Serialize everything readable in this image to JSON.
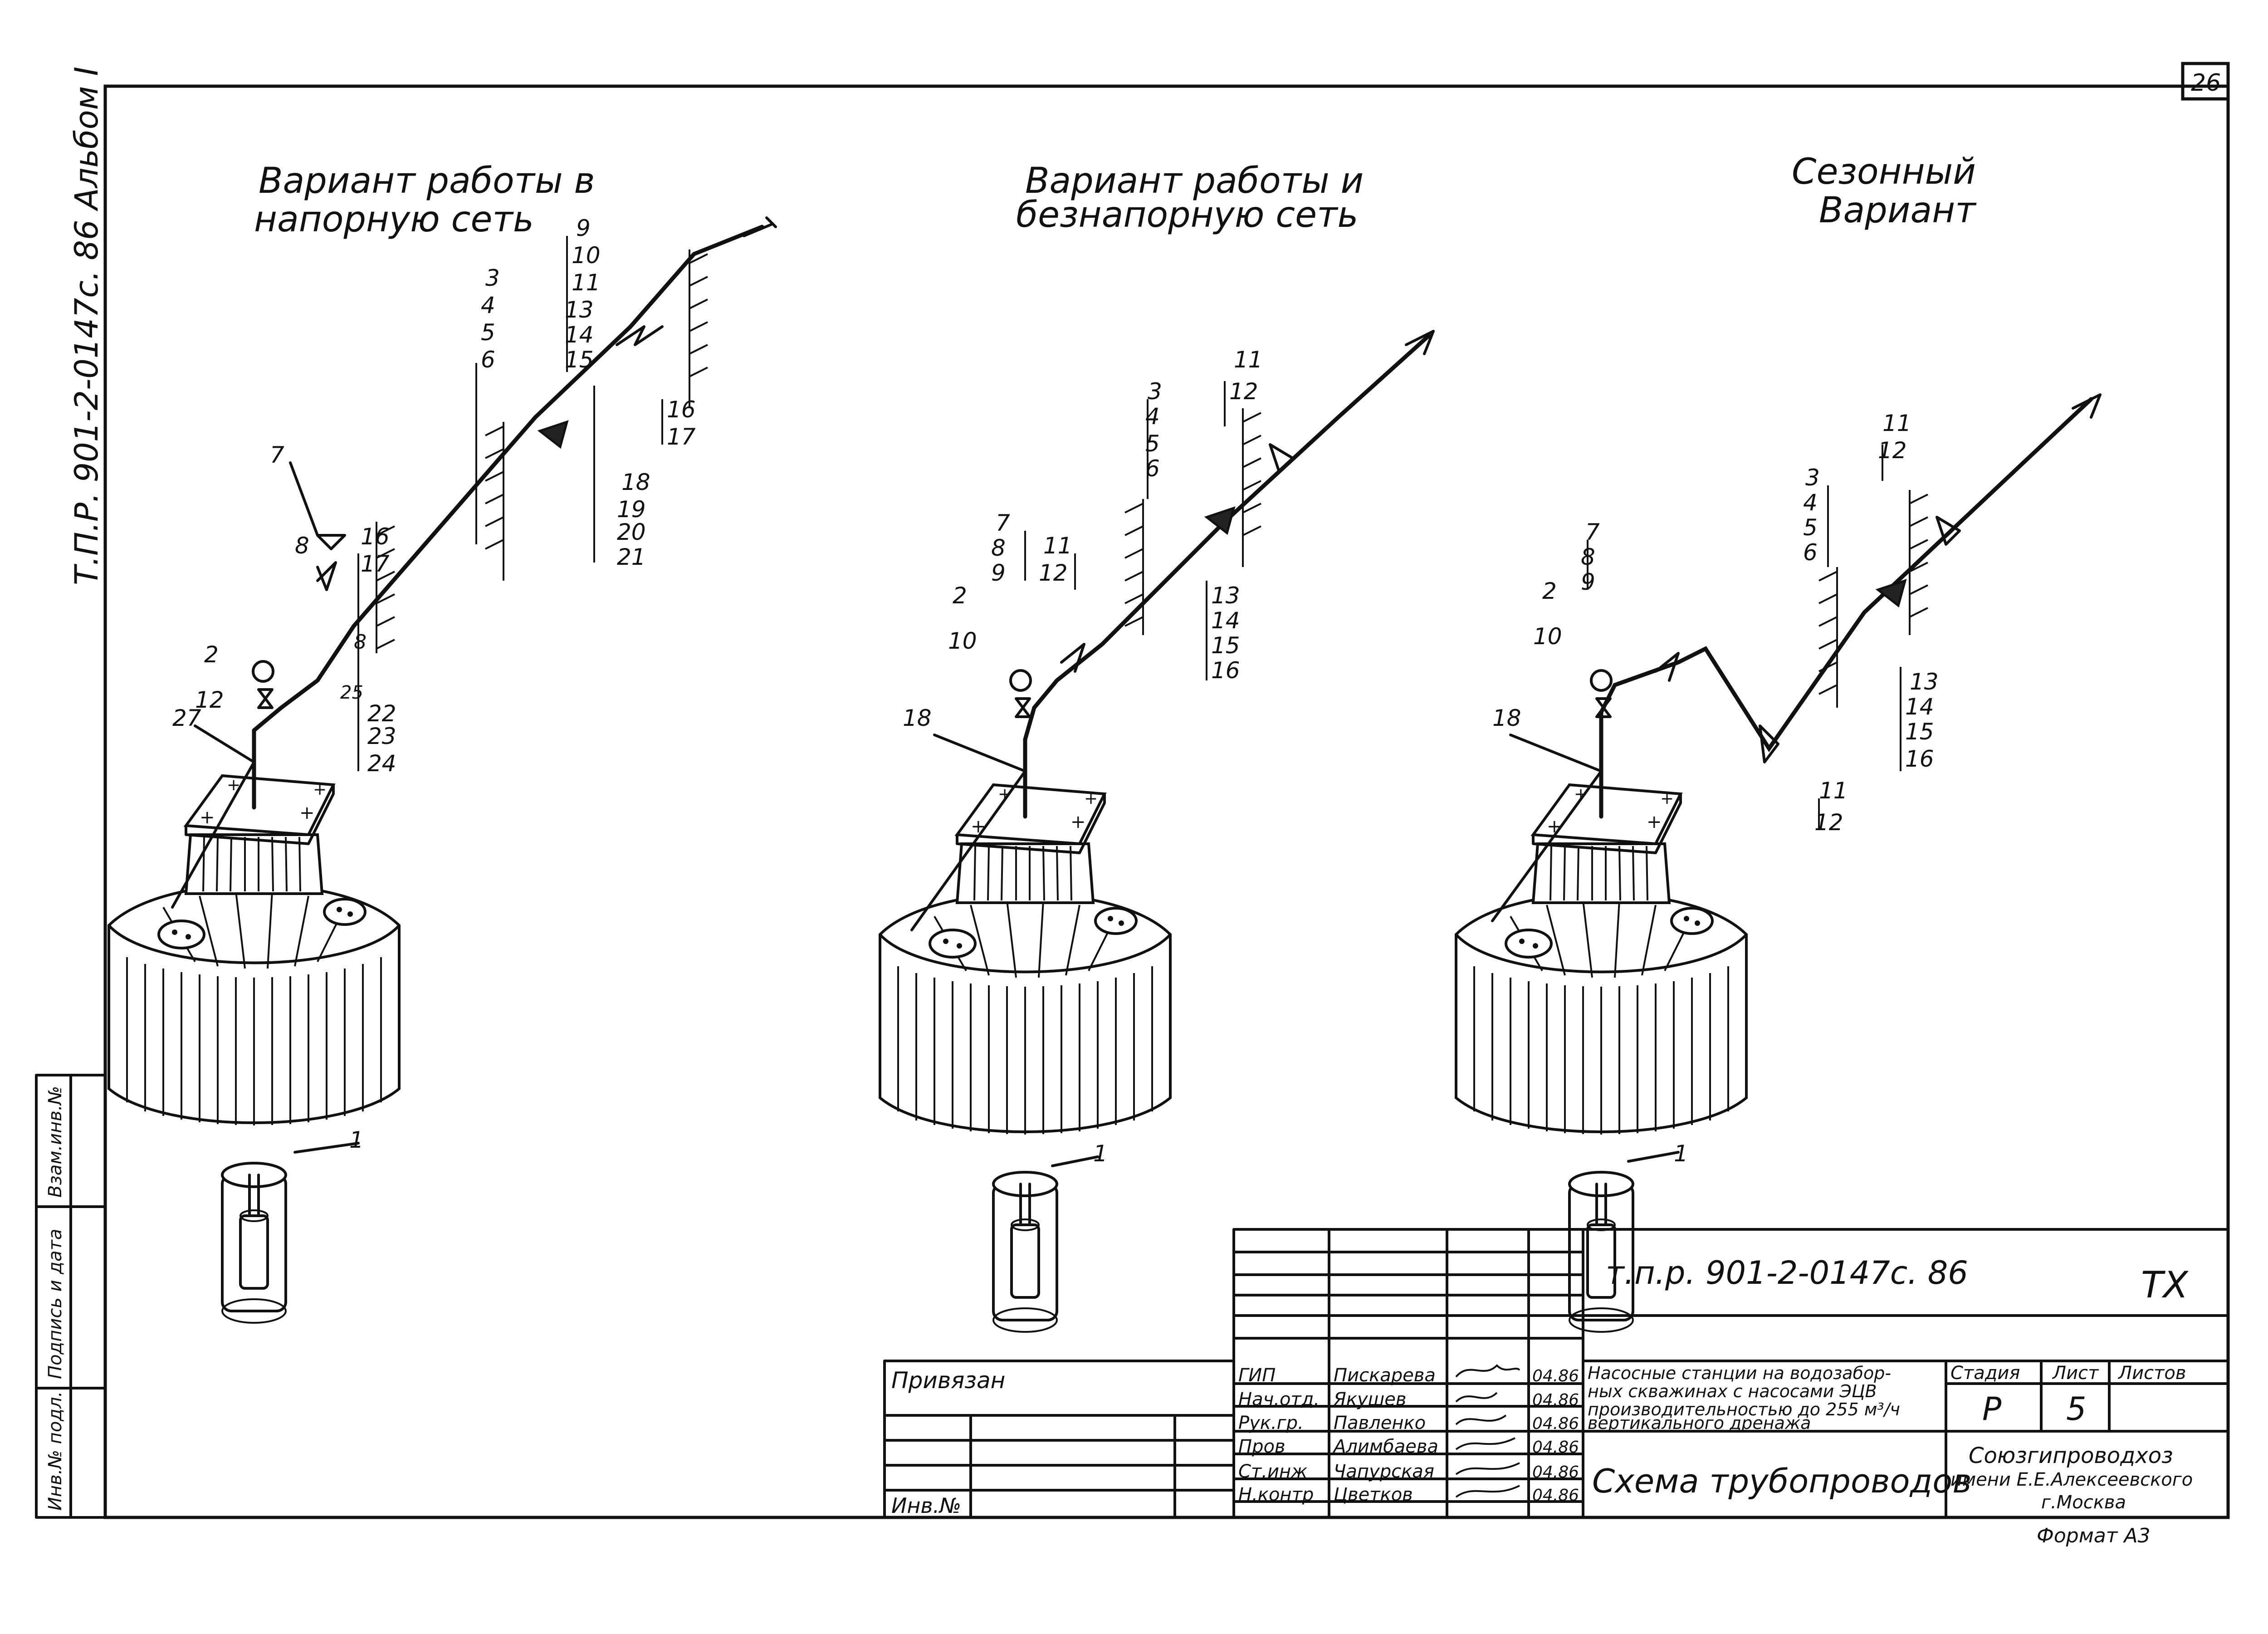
{
  "sheet_number": "26",
  "album_side": "Т.П.Р. 901-2-0147с. 86    Альбом I",
  "variants": [
    {
      "title_line1": "Вариант работы в",
      "title_line2": "напорную сеть"
    },
    {
      "title_line1": "Вариант работы и",
      "title_line2": "безнапорную сеть"
    },
    {
      "title_line1": "Сезонный",
      "title_line2": "Вариант"
    }
  ],
  "labels": {
    "v1": [
      "1",
      "2",
      "12",
      "27",
      "7",
      "8",
      "16",
      "17",
      "8",
      "25",
      "22",
      "23",
      "24",
      "3",
      "4",
      "5",
      "6",
      "18",
      "19",
      "20",
      "21",
      "9",
      "10",
      "11",
      "13",
      "14",
      "15",
      "16",
      "17"
    ],
    "v2": [
      "1",
      "18",
      "2",
      "10",
      "7",
      "8",
      "9",
      "11",
      "12",
      "3",
      "4",
      "5",
      "6",
      "11",
      "12",
      "13",
      "14",
      "15",
      "16"
    ],
    "v3": [
      "1",
      "18",
      "2",
      "10",
      "7",
      "8",
      "9",
      "11",
      "12",
      "3",
      "4",
      "5",
      "6",
      "11",
      "12",
      "13",
      "14",
      "15",
      "16"
    ]
  },
  "stamp_side": {
    "col1": "Взам.инв.№",
    "col2": "Подпись и дата",
    "col3": "Инв.№ подл."
  },
  "title_block": {
    "designation": "т.п.р. 901-2-0147с. 86",
    "mark": "ТХ",
    "privyazan": "Привязан",
    "inv_no": "Инв.№",
    "roles": [
      "ГИП",
      "Нач.отд.",
      "Рук.гр.",
      "Пров",
      "Ст.инж",
      "Н.контр"
    ],
    "names": [
      "Пискарева",
      "Якушев",
      "Павленко",
      "Алимбаева",
      "Чапурская",
      "Цветков"
    ],
    "dates": [
      "04.86",
      "04.86",
      "04.86",
      "04.86",
      "04.86",
      "04.86"
    ],
    "object_line1": "Насосные станции на водозабор-",
    "object_line2": "ных скважинах с насосами ЭЦВ",
    "object_line3": "производительностью до 255 м³/ч",
    "object_line4": "вертикального дренажа",
    "sheet_title": "Схема трубопроводов",
    "stage_header": "Стадия",
    "list_header": "Лист",
    "lists_header": "Листов",
    "stage": "Р",
    "list": "5",
    "org_line1": "Союзгипроводхоз",
    "org_line2": "имени Е.Е.Алексеевского",
    "org_line3": "г.Москва"
  },
  "format": "Формат А3"
}
